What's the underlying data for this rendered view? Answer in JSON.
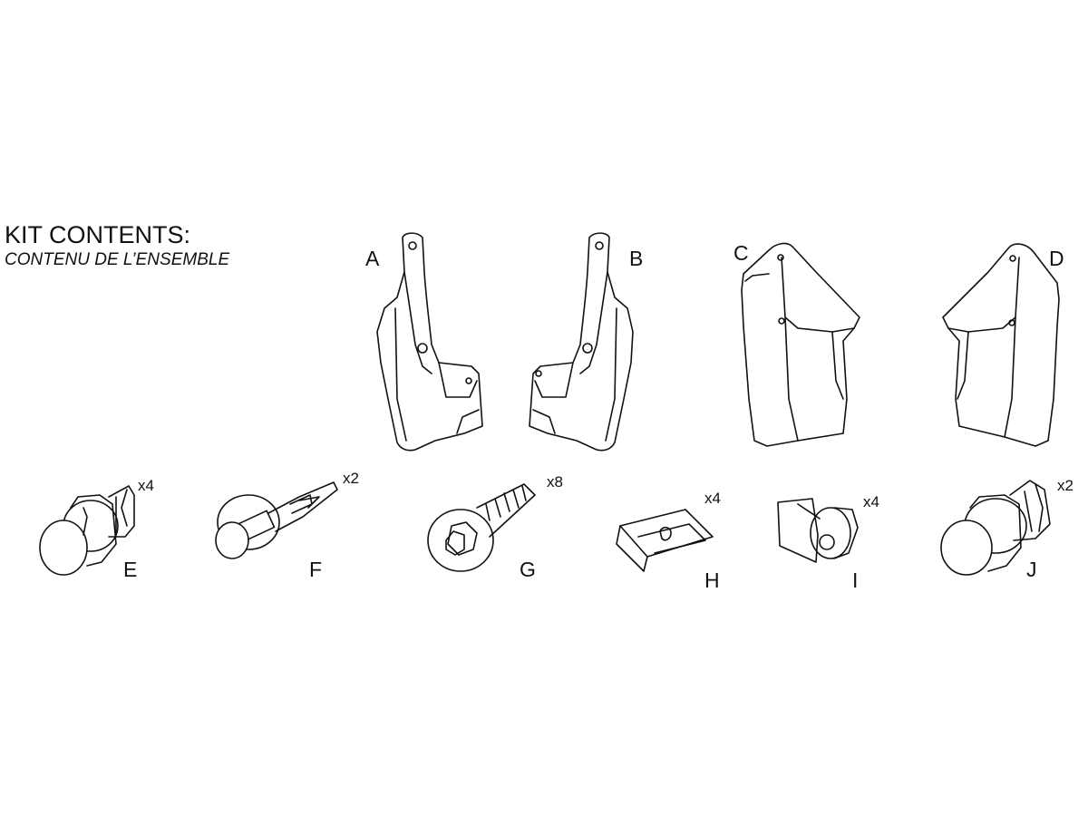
{
  "heading": {
    "title": "KIT CONTENTS:",
    "subtitle": "CONTENU DE L’ENSEMBLE"
  },
  "parts": [
    {
      "label": "A",
      "quantity": ""
    },
    {
      "label": "B",
      "quantity": ""
    },
    {
      "label": "C",
      "quantity": ""
    },
    {
      "label": "D",
      "quantity": ""
    },
    {
      "label": "E",
      "quantity": "x4"
    },
    {
      "label": "F",
      "quantity": "x2"
    },
    {
      "label": "G",
      "quantity": "x8"
    },
    {
      "label": "H",
      "quantity": "x4"
    },
    {
      "label": "I",
      "quantity": "x4"
    },
    {
      "label": "J",
      "quantity": "x2"
    }
  ]
}
